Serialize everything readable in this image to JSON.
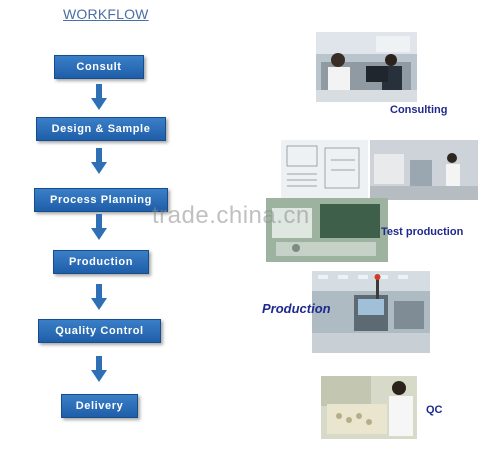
{
  "header": {
    "title": "WORKFLOW"
  },
  "steps": [
    "Consult",
    "Design & Sample",
    "Process Planning",
    "Production",
    "Quality Control",
    "Delivery"
  ],
  "photos": {
    "consulting": "Consulting",
    "test_production": "Test production",
    "production": "Production",
    "qc": "QC"
  },
  "watermark": "trade.china.cn",
  "colors": {
    "step_fill": "#2f73bd",
    "arrow": "#2f6fb6",
    "caption": "#1e2a8c",
    "title": "#4a6fa5"
  }
}
